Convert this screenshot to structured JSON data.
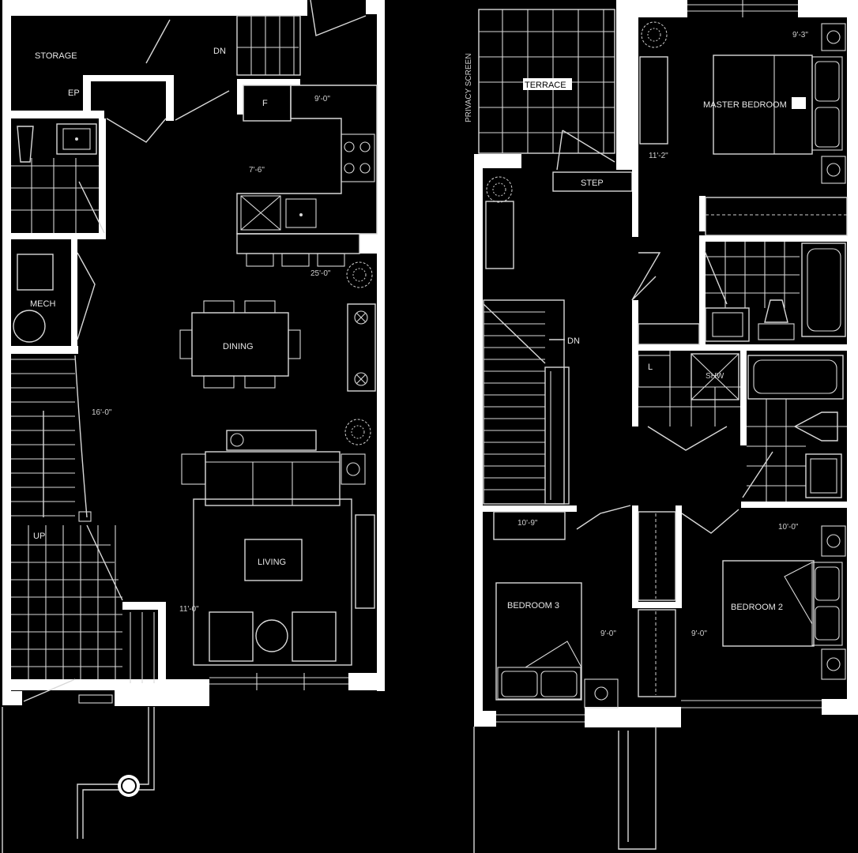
{
  "rooms": {
    "storage": "STORAGE",
    "ep": "EP",
    "dn_main": "DN",
    "fridge": "F",
    "mech": "MECH",
    "dining": "DINING",
    "living": "LIVING",
    "up": "UP",
    "terrace": "TERRACE",
    "privacy_screen": "PRIVACY SCREEN",
    "step": "STEP",
    "master_bedroom": "MASTER BEDROOM",
    "dn_upper": "DN",
    "laundry": "L",
    "shower": "SHW",
    "bedroom3": "BEDROOM 3",
    "bedroom2": "BEDROOM 2"
  },
  "dimensions": {
    "kitchen_width": "9'-0\"",
    "kitchen_depth": "7'-6\"",
    "dining_depth": "25'-0\"",
    "stair_length": "16'-0\"",
    "living_width": "11'-0\"",
    "master_width": "9'-3\"",
    "master_depth": "11'-2\"",
    "bed3_width": "10'-9\"",
    "bed3_depth": "9'-0\"",
    "bed2_width": "10'-0\"",
    "bed2_depth": "9'-0\""
  },
  "colors": {
    "background": "#000000",
    "walls": "#ffffff",
    "fixtures": "#d8d8d8"
  }
}
